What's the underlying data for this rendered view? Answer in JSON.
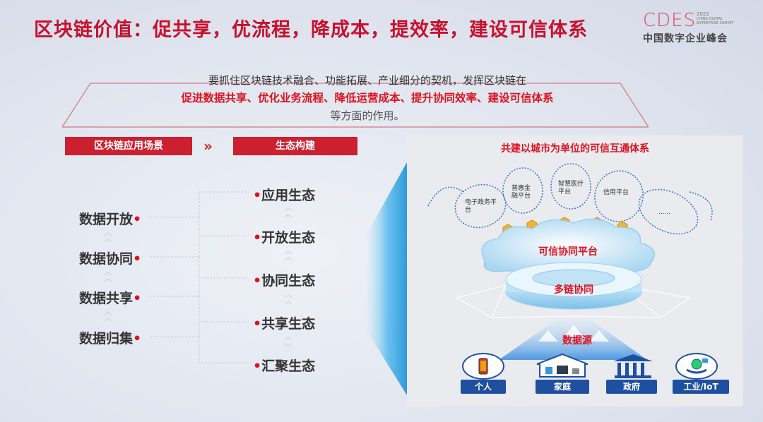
{
  "title": "区块链价值：促共享，优流程，降成本，提效率，建设可信体系",
  "logo": {
    "mark": "CDES",
    "year": "2022",
    "sub": "CHINA DIGITAL ENTERPRISE SUMMIT",
    "cn": "中国数字企业峰会"
  },
  "intro": {
    "line1": "要抓住区块链技术融合、功能拓展、产业细分的契机，发挥区块链在",
    "line2": "促进数据共享、优化业务流程、降低运营成本、提升协同效率、建设可信体系",
    "line3": "等方面的作用。"
  },
  "tags": {
    "scene": "区块链应用场景",
    "eco": "生态构建",
    "arrow": "»"
  },
  "data_items": [
    "数据开放",
    "数据协同",
    "数据共享",
    "数据归集"
  ],
  "eco_items": [
    "应用生态",
    "开放生态",
    "协同生态",
    "共享生态",
    "汇聚生态"
  ],
  "panel": {
    "title": "共建以城市为单位的可信互通体系",
    "platforms": [
      "电子政务平台",
      "普惠金融平台",
      "智慧医疗平台",
      "信用平台",
      "......"
    ],
    "cloud": "可信协同平台",
    "chain": "多链协同",
    "source": "数据源",
    "sources": [
      "个人",
      "家庭",
      "政府",
      "工业/IoT"
    ]
  },
  "colors": {
    "accent": "#cc1f2f",
    "red_text": "#e0111f",
    "blue": "#1f4fa0"
  }
}
